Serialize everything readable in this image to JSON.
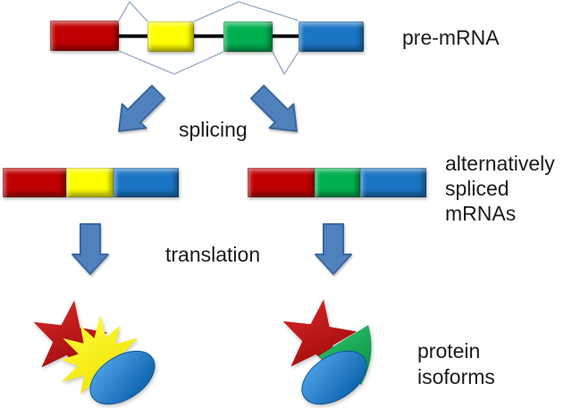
{
  "diagram": {
    "pre_mrna": {
      "label": "pre-mRNA",
      "exon_colors": [
        "red",
        "yellow",
        "green",
        "blue"
      ]
    },
    "splicing": {
      "label": "splicing"
    },
    "spliced_mrnas": {
      "label_lines": [
        "alternatively",
        "spliced",
        "mRNAs"
      ],
      "left_mrna_exons": [
        "red",
        "yellow",
        "blue"
      ],
      "right_mrna_exons": [
        "red",
        "green",
        "blue"
      ]
    },
    "translation": {
      "label": "translation"
    },
    "protein_isoforms": {
      "label_lines": [
        "protein",
        "isoforms"
      ],
      "left_protein_shapes": [
        "red-star",
        "yellow-burst",
        "blue-ellipse"
      ],
      "right_protein_shapes": [
        "red-star",
        "green-cone",
        "blue-ellipse"
      ]
    }
  },
  "colors": {
    "exon_red": "#c00000",
    "exon_yellow": "#ffff00",
    "exon_green": "#00b050",
    "exon_blue": "#1b75c4",
    "arrow_blue": "#4f81bd",
    "arrow_border": "#3a66a0",
    "splice_line": "#9bacc9",
    "intron_line": "#000000",
    "text": "#1b1b1b"
  }
}
